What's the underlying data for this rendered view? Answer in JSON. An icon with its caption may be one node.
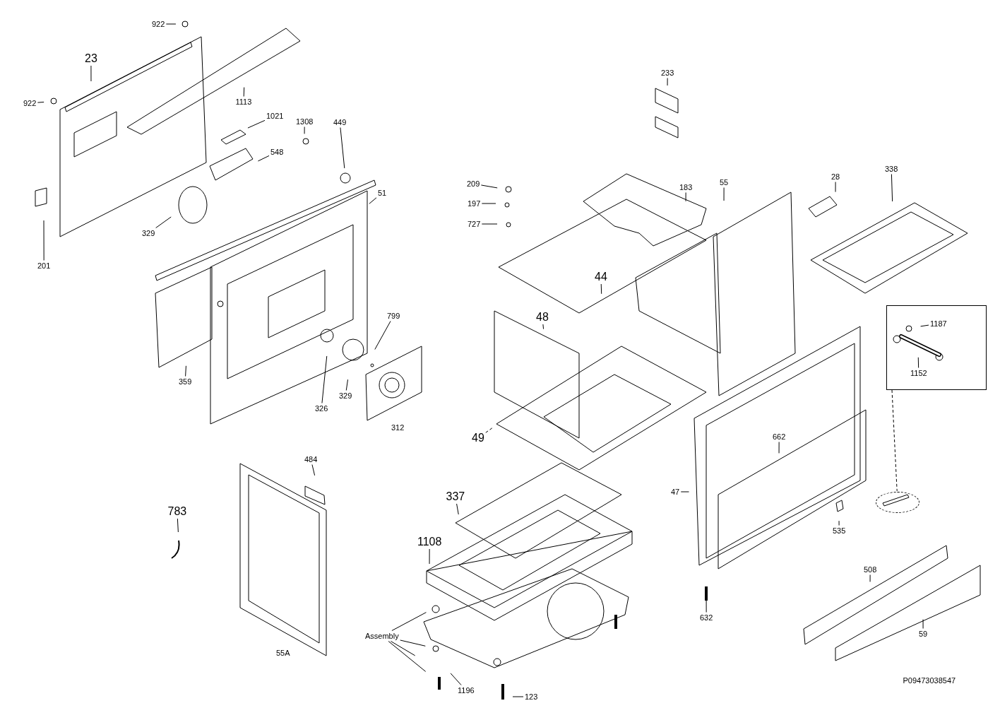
{
  "diagram": {
    "nodes": [
      {
        "text": [
          "922"
        ]
      },
      {
        "text": [
          "23"
        ]
      },
      {
        "text": [
          "922"
        ]
      },
      {
        "text": [
          "1113"
        ]
      },
      {
        "text": [
          "233"
        ]
      },
      {
        "text": [
          "1021"
        ]
      },
      {
        "text": [
          "1308"
        ]
      },
      {
        "text": [
          "449"
        ]
      },
      {
        "text": [
          "548"
        ]
      },
      {
        "text": [
          "209"
        ]
      },
      {
        "text": [
          "338"
        ]
      },
      {
        "text": [
          "183"
        ]
      },
      {
        "text": [
          "55"
        ]
      },
      {
        "text": [
          "28"
        ]
      },
      {
        "text": [
          "51"
        ]
      },
      {
        "text": [
          "197"
        ]
      },
      {
        "text": [
          "727"
        ]
      },
      {
        "text": [
          "329"
        ]
      },
      {
        "text": [
          "201"
        ]
      },
      {
        "text": [
          "44"
        ]
      },
      {
        "text": [
          "48"
        ]
      },
      {
        "text": [
          "799"
        ]
      },
      {
        "text": [],
        "shape": "box"
      },
      {
        "text": [
          "1187"
        ],
        "in": 22
      },
      {
        "text": [
          "1152"
        ],
        "in": 22
      },
      {
        "text": [
          "359"
        ]
      },
      {
        "text": [
          "326"
        ]
      },
      {
        "text": [
          "329"
        ]
      },
      {
        "text": [
          "49"
        ]
      },
      {
        "text": [
          "662"
        ]
      },
      {
        "text": [
          "484"
        ]
      },
      {
        "text": [
          "47"
        ]
      },
      {
        "text": [
          "337"
        ]
      },
      {
        "text": [
          "783"
        ]
      },
      {
        "text": [],
        "shape": "circle"
      },
      {
        "text": [
          "535"
        ]
      },
      {
        "text": [
          "1108"
        ]
      },
      {
        "text": [
          "508"
        ]
      },
      {
        "text": [
          "59"
        ]
      },
      {
        "text": [
          "632"
        ]
      },
      {
        "text": [
          "Assembly"
        ]
      },
      {
        "text": [
          "1196"
        ]
      },
      {
        "text": [
          "123"
        ]
      }
    ],
    "edges": [
      {
        "from": 0,
        "to": null,
        "arrow": "none"
      },
      {
        "from": 1,
        "to": null,
        "arrow": "none"
      },
      {
        "from": 2,
        "to": null,
        "arrow": "none"
      },
      {
        "from": 3,
        "to": null,
        "arrow": "none"
      },
      {
        "from": 4,
        "to": null,
        "arrow": "none"
      },
      {
        "from": 5,
        "to": null,
        "arrow": "none"
      },
      {
        "from": 6,
        "to": null,
        "arrow": "none"
      },
      {
        "from": 7,
        "to": null,
        "arrow": "none"
      },
      {
        "from": 8,
        "to": null,
        "arrow": "none"
      },
      {
        "from": 9,
        "to": null,
        "arrow": "none"
      },
      {
        "from": 10,
        "to": null,
        "arrow": "none"
      },
      {
        "from": 11,
        "to": null,
        "arrow": "none"
      },
      {
        "from": 12,
        "to": null,
        "arrow": "none"
      },
      {
        "from": 13,
        "to": null,
        "arrow": "none"
      },
      {
        "from": 14,
        "to": null,
        "arrow": "none"
      },
      {
        "from": 15,
        "to": null,
        "arrow": "none"
      },
      {
        "from": 16,
        "to": null,
        "arrow": "none"
      },
      {
        "from": 17,
        "to": null,
        "arrow": "none"
      },
      {
        "from": 18,
        "to": null,
        "arrow": "none"
      },
      {
        "from": 19,
        "to": null,
        "arrow": "none"
      },
      {
        "from": 20,
        "to": null,
        "arrow": "none"
      },
      {
        "from": 21,
        "to": null,
        "arrow": "none"
      },
      {
        "from": 23,
        "to": null,
        "arrow": "none"
      },
      {
        "from": 24,
        "to": null,
        "arrow": "none"
      },
      {
        "from": 25,
        "to": null,
        "arrow": "none"
      },
      {
        "from": 26,
        "to": null,
        "arrow": "none"
      },
      {
        "from": 27,
        "to": null,
        "arrow": "none"
      },
      {
        "from": 28,
        "to": null,
        "arrow": "none",
        "style": "dashed"
      },
      {
        "from": 29,
        "to": null,
        "arrow": "none"
      },
      {
        "from": 30,
        "to": null,
        "arrow": "none"
      },
      {
        "from": 31,
        "to": null,
        "arrow": "none"
      },
      {
        "from": 32,
        "to": null,
        "arrow": "none"
      },
      {
        "from": 33,
        "to": null,
        "arrow": "none"
      },
      {
        "from": 35,
        "to": null,
        "arrow": "none"
      },
      {
        "from": 36,
        "to": null,
        "arrow": "none"
      },
      {
        "from": 37,
        "to": null,
        "arrow": "none"
      },
      {
        "from": 38,
        "to": null,
        "arrow": "none"
      },
      {
        "from": 39,
        "to": null,
        "arrow": "none"
      },
      {
        "from": 40,
        "to": null,
        "arrow": "none"
      },
      {
        "from": 40,
        "to": null,
        "arrow": "none"
      },
      {
        "from": 40,
        "to": null,
        "arrow": "none"
      },
      {
        "from": 40,
        "to": null,
        "arrow": "none"
      },
      {
        "from": 41,
        "to": null,
        "arrow": "none"
      },
      {
        "from": 42,
        "to": null,
        "arrow": "none"
      },
      {
        "from": 22,
        "to": 34,
        "arrow": "none",
        "style": "dashed"
      }
    ],
    "labels": [
      "312",
      "55A",
      "P09473038547"
    ]
  }
}
